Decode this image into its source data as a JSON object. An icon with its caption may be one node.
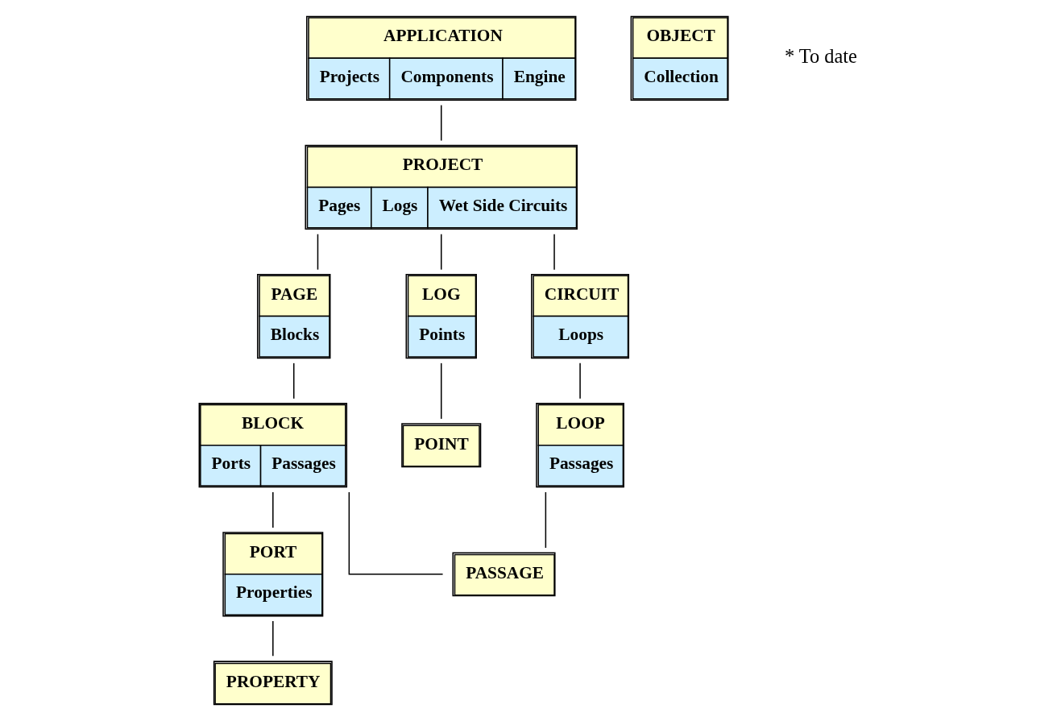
{
  "diagram": {
    "nodes": [
      {
        "text": [
          "APPLICATION",
          "Projects",
          "Components",
          "Engine"
        ]
      },
      {
        "text": [
          "PROJECT",
          "Pages",
          "Logs",
          "Wet Side Circuits"
        ]
      },
      {
        "text": [
          "PAGE",
          "Blocks"
        ]
      },
      {
        "text": [
          "LOG",
          "Points"
        ]
      },
      {
        "text": [
          "CIRCUIT",
          "Loops"
        ]
      },
      {
        "text": [
          "BLOCK",
          "Ports",
          "Passages"
        ]
      },
      {
        "text": [
          "POINT"
        ]
      },
      {
        "text": [
          "LOOP",
          "Passages"
        ]
      },
      {
        "text": [
          "OBJECT",
          "Collection"
        ]
      },
      {
        "text": [
          "PORT",
          "Properties"
        ]
      },
      {
        "text": [
          "PASSAGE"
        ]
      },
      {
        "text": [
          "PROPERTY"
        ]
      }
    ],
    "edges": [
      {
        "from": 0,
        "to": 1,
        "arrow": "none"
      },
      {
        "from": 1,
        "to": 2,
        "arrow": "none"
      },
      {
        "from": 1,
        "to": 3,
        "arrow": "none"
      },
      {
        "from": 1,
        "to": 4,
        "arrow": "none"
      },
      {
        "from": 2,
        "to": 5,
        "arrow": "none"
      },
      {
        "from": 3,
        "to": 6,
        "arrow": "none"
      },
      {
        "from": 4,
        "to": 7,
        "arrow": "none"
      },
      {
        "from": 5,
        "to": 9,
        "arrow": "none"
      },
      {
        "from": 5,
        "to": 10,
        "arrow": "none"
      },
      {
        "from": 7,
        "to": 10,
        "arrow": "none"
      },
      {
        "from": 9,
        "to": 11,
        "arrow": "none"
      }
    ],
    "labels": [
      "* To date"
    ]
  }
}
